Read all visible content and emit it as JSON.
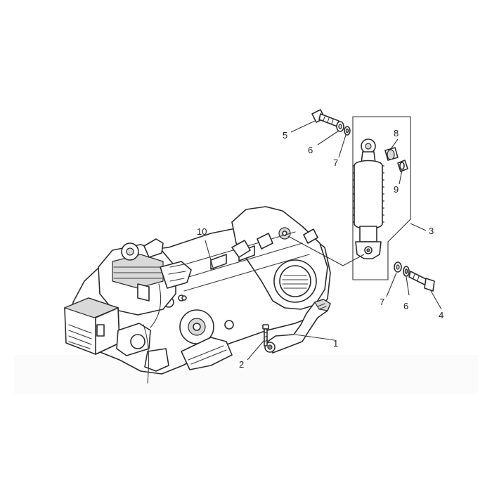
{
  "diagram": {
    "callouts": [
      {
        "id": "c1",
        "label": "1"
      },
      {
        "id": "c2",
        "label": "2"
      },
      {
        "id": "c3",
        "label": "3"
      },
      {
        "id": "c4",
        "label": "4"
      },
      {
        "id": "c5",
        "label": "5"
      },
      {
        "id": "c6a",
        "label": "6"
      },
      {
        "id": "c6b",
        "label": "6"
      },
      {
        "id": "c7a",
        "label": "7"
      },
      {
        "id": "c7b",
        "label": "7"
      },
      {
        "id": "c8",
        "label": "8"
      },
      {
        "id": "c9",
        "label": "9"
      },
      {
        "id": "c10",
        "label": "10"
      }
    ]
  },
  "colors": {
    "line": "#2b2b2b",
    "shade": "#d9d9d9",
    "background": "#ffffff"
  }
}
